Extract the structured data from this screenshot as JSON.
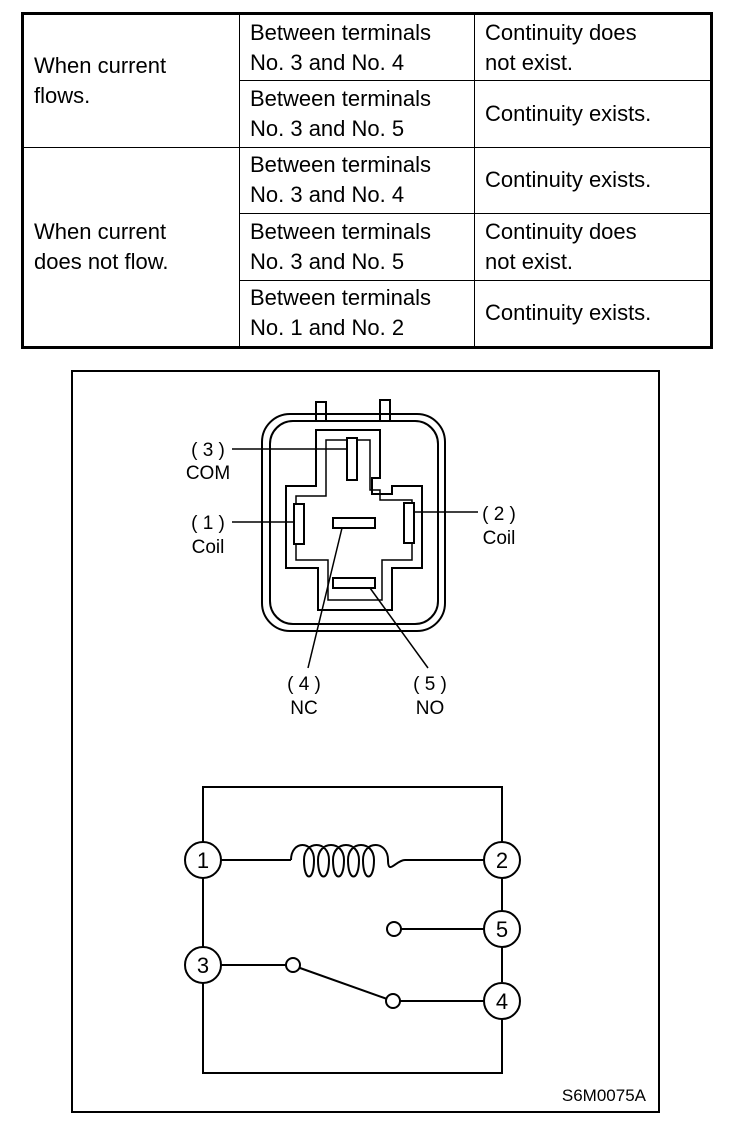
{
  "table": {
    "rows": [
      {
        "condition": "When current\nflows.",
        "rowspan": 2,
        "terminals": "Between terminals\nNo. 3 and No. 4",
        "result": "Continuity does\nnot exist."
      },
      {
        "terminals": "Between terminals\nNo. 3 and No. 5",
        "result": "Continuity exists."
      },
      {
        "condition": "When current\ndoes not flow.",
        "rowspan": 3,
        "terminals": "Between terminals\nNo. 3 and No. 4",
        "result": "Continuity exists."
      },
      {
        "terminals": "Between terminals\nNo. 3 and No. 5",
        "result": "Continuity does\nnot exist."
      },
      {
        "terminals": "Between terminals\nNo. 1 and No. 2",
        "result": "Continuity exists."
      }
    ]
  },
  "connector": {
    "labels": {
      "t3": "( 3 )",
      "t3_name": "COM",
      "t1": "( 1 )",
      "t1_name": "Coil",
      "t2": "( 2 )",
      "t2_name": "Coil",
      "t4": "( 4 )",
      "t4_name": "NC",
      "t5": "( 5 )",
      "t5_name": "NO"
    }
  },
  "schematic": {
    "nodes": {
      "n1": "1",
      "n2": "2",
      "n3": "3",
      "n4": "4",
      "n5": "5"
    }
  },
  "figure_code": "S6M0075A"
}
